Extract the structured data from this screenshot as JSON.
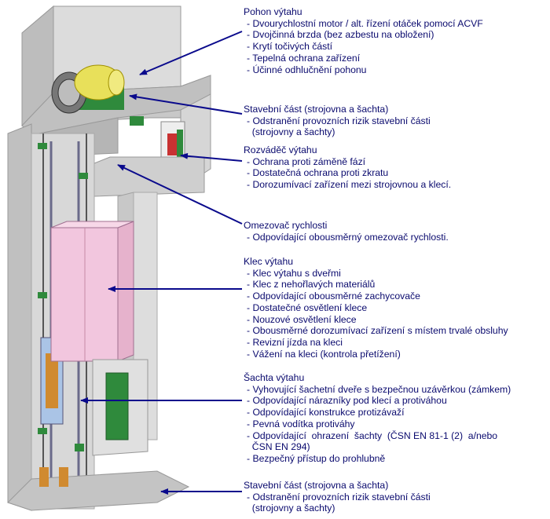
{
  "callouts": [
    {
      "title": "Pohon výtahu",
      "items": [
        "Dvourychlostní motor / alt. řízení otáček pomocí ACVF",
        "Dvojčinná brzda (bez azbestu na obložení)",
        "Krytí točivých částí",
        "Tepelná ochrana zařízení",
        "Účinné odhlučnění pohonu"
      ]
    },
    {
      "title": "Stavební část (strojovna a šachta)",
      "items": [
        "Odstranění provozních rizik stavební části\n  (strojovny a šachty)"
      ]
    },
    {
      "title": "Rozváděč výtahu",
      "items": [
        "Ochrana proti záměně fází",
        "Dostatečná ochrana proti zkratu",
        "Dorozumívací zařízení mezi strojovnou a klecí."
      ]
    },
    {
      "title": "Omezovač rychlosti",
      "items": [
        "Odpovídající obousměrný omezovač rychlosti."
      ]
    },
    {
      "title": "Klec výtahu",
      "items": [
        "Klec výtahu s dveřmi",
        "Klec z nehořlavých materiálů",
        "Odpovídající obousměrné zachycovače",
        "Dostatečné osvětlení klece",
        "Nouzové osvětlení klece",
        "Obousměrné dorozumívací zařízení s místem trvalé obsluhy",
        "Revizní jízda na kleci",
        "Vážení na kleci (kontrola přetížení)"
      ]
    },
    {
      "title": "Šachta výtahu",
      "items": [
        "Vyhovující šachetní dveře s bezpečnou uzávěrkou (zámkem)",
        "Odpovídající nárazníky pod klecí a protiváhou",
        "Odpovídající konstrukce protizávaží",
        "Pevná vodítka protiváhy",
        "Odpovídající  ohrazení  šachty  (ČSN EN 81-1 (2)  a/nebo\n  ČSN EN 294)",
        "Bezpečný přístup do prohlubně"
      ]
    },
    {
      "title": "Stavební část (strojovna a šachta)",
      "items": [
        "Odstranění provozních rizik stavební části\n  (strojovny a šachty)"
      ]
    }
  ],
  "colors": {
    "text": "#0a0a6e",
    "arrow": "#0a0a8c",
    "wall": "#d2d2d2",
    "cabin": "#f2c6de",
    "motor": "#e8e05a",
    "machine": "#2f8a3c",
    "door": "#2f8a3c"
  }
}
